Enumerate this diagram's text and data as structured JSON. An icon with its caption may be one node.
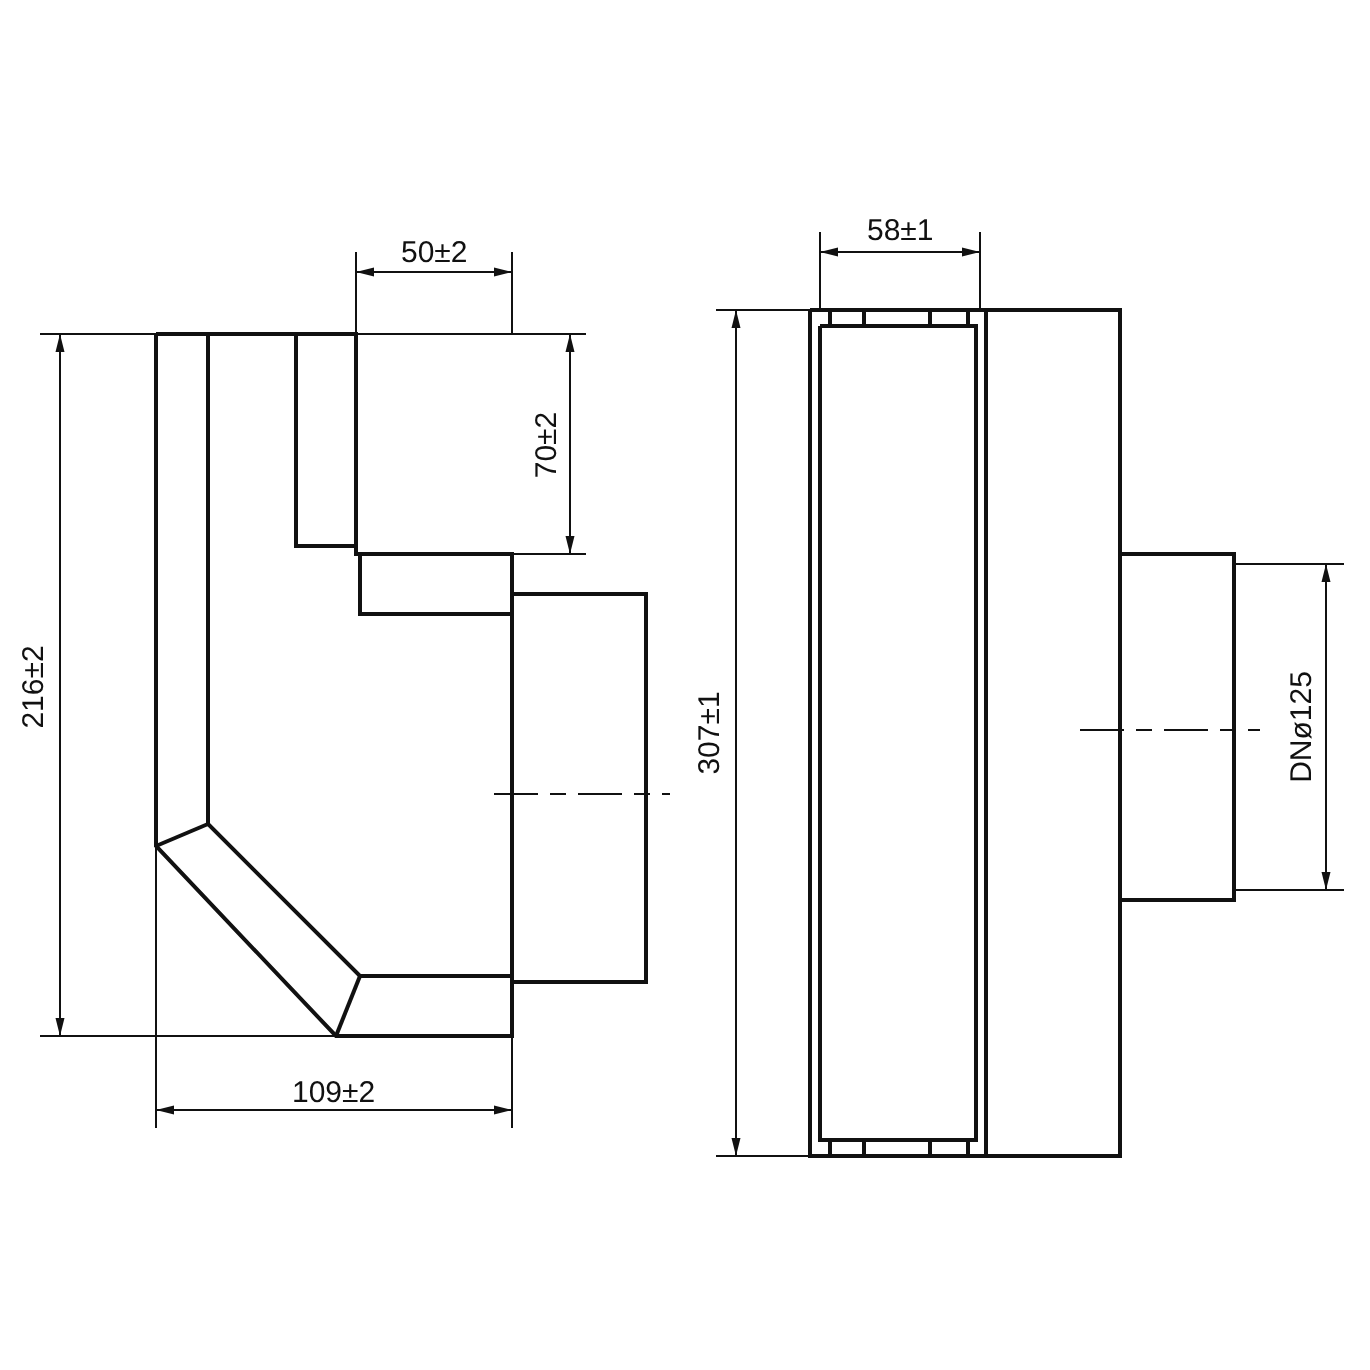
{
  "diagram": {
    "labels": [
      "50±2",
      "70±2",
      "216±2",
      "109±2",
      "58±1",
      "307±1",
      "DNø125"
    ]
  }
}
